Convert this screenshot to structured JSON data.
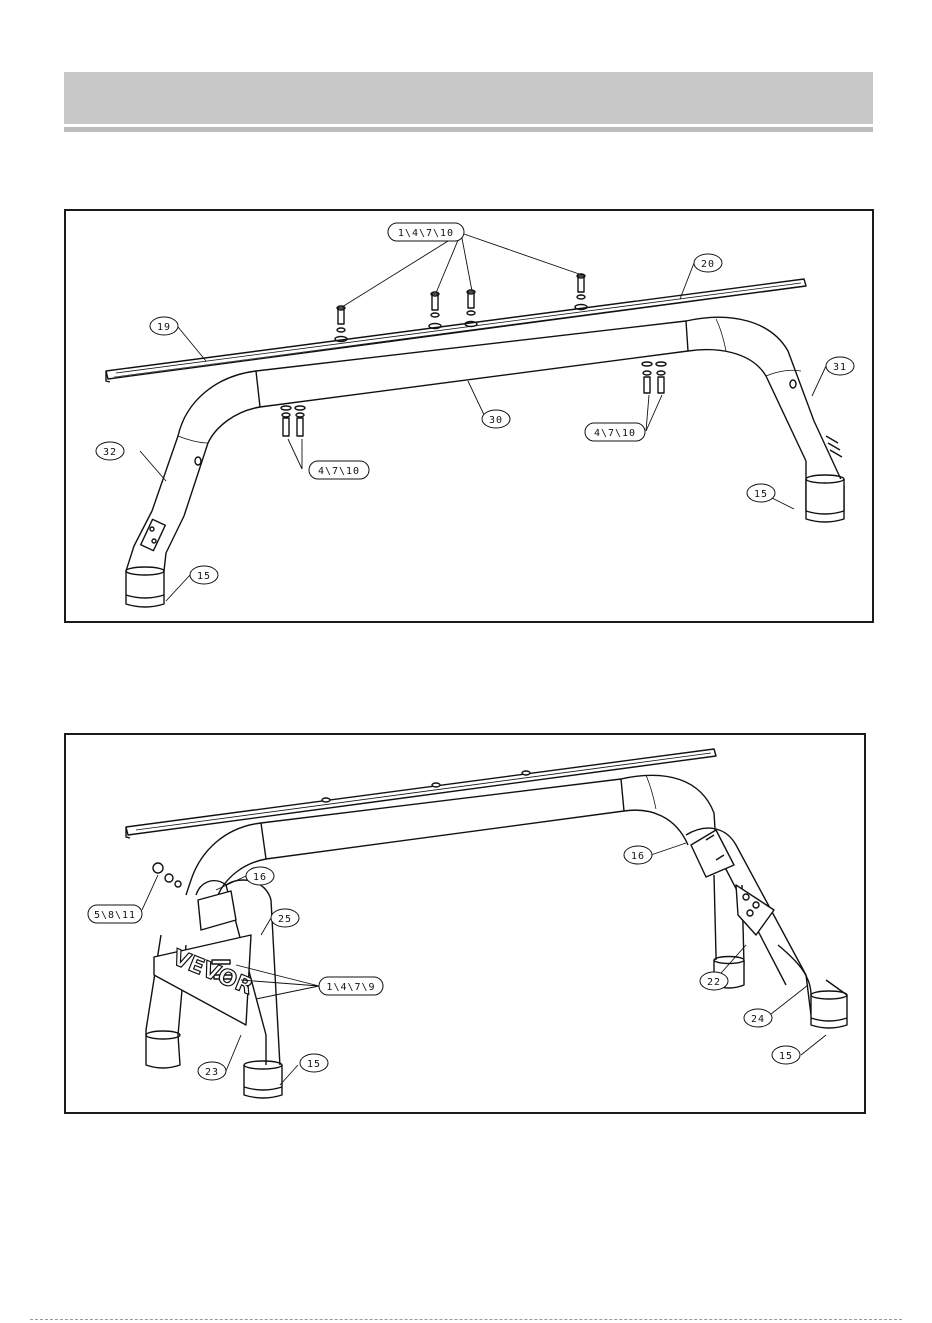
{
  "figure1": {
    "callouts": {
      "bolt_group_top": "1\\4\\7\\10",
      "rail_right": "20",
      "rail_left": "19",
      "leg_right": "31",
      "crossbar": "30",
      "bolt_group_right": "4\\7\\10",
      "leg_left": "32",
      "bolt_group_left": "4\\7\\10",
      "cap_right": "15",
      "cap_left": "15"
    }
  },
  "figure2": {
    "callouts": {
      "bolt_nut": "5\\8\\11",
      "brace_left_top": "16",
      "brace_right_top": "16",
      "brace_left": "25",
      "bolt_group": "1\\4\\7\\9",
      "plate_right": "22",
      "leg_right": "24",
      "plate_left": "23",
      "cap_left": "15",
      "cap_right": "15"
    },
    "logo": "VEVOR"
  }
}
